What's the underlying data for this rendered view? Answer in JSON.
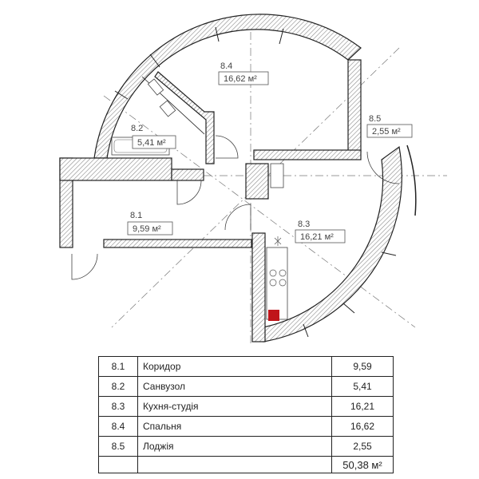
{
  "rooms": [
    {
      "id": "8.1",
      "name": "Коридор",
      "area": "9,59",
      "area_label": "9,59 м²"
    },
    {
      "id": "8.2",
      "name": "Санвузол",
      "area": "5,41",
      "area_label": "5,41 м²"
    },
    {
      "id": "8.3",
      "name": "Кухня-студія",
      "area": "16,21",
      "area_label": "16,21 м²"
    },
    {
      "id": "8.4",
      "name": "Спальня",
      "area": "16,62",
      "area_label": "16,62 м²"
    },
    {
      "id": "8.5",
      "name": "Лоджія",
      "area": "2,55",
      "area_label": "2,55 м²"
    }
  ],
  "total_area": "50,38 м²",
  "colors": {
    "wall_outline": "#222222",
    "wall_hatch": "#9a9a9a",
    "highlight": "#c0141a"
  }
}
